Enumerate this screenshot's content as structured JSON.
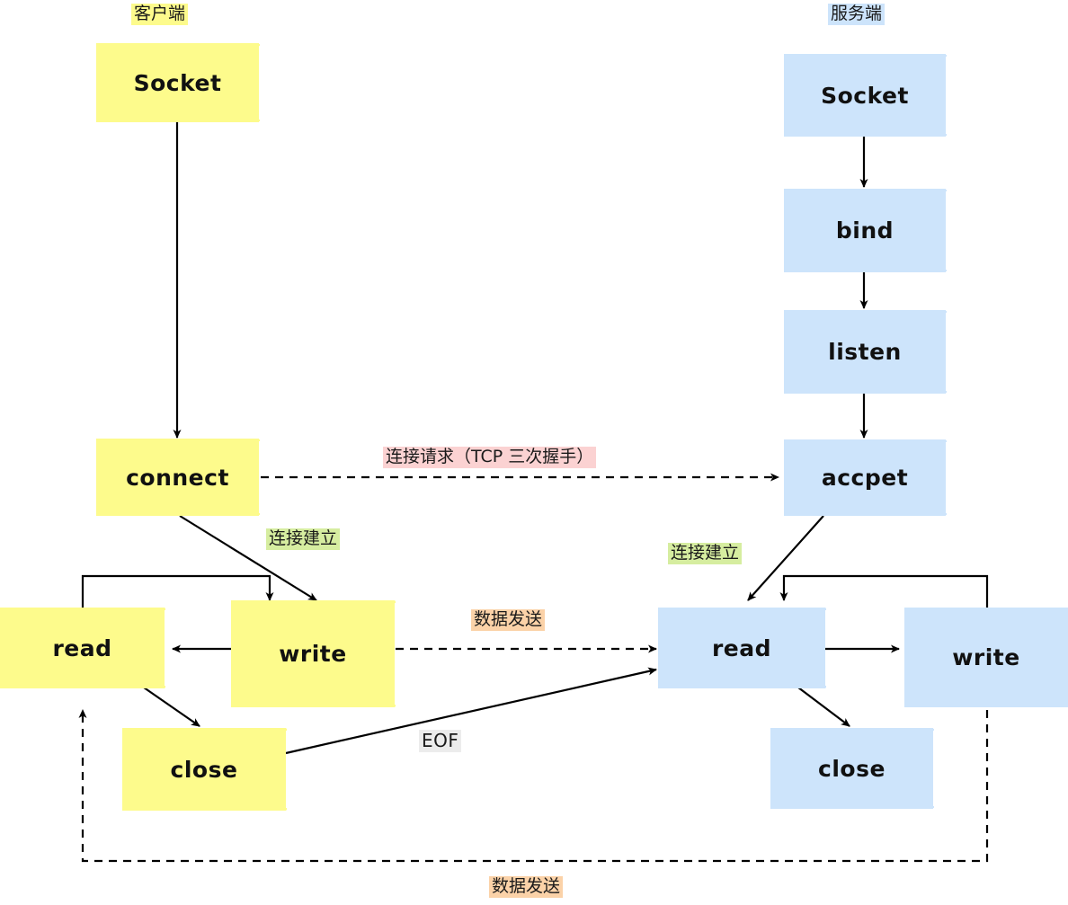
{
  "diagram": {
    "title_client": "客户端",
    "title_server": "服务端",
    "colors": {
      "client_fill": "#fdfb8c",
      "server_fill": "#cde4fb",
      "label_pink": "#fbd2d2",
      "label_green": "#d6eda0",
      "label_orange": "#fbd2a8",
      "label_grey": "#ececec",
      "stroke": "#000000"
    }
  },
  "client": {
    "header": "客户端",
    "nodes": [
      {
        "id": "client-socket",
        "label": "Socket"
      },
      {
        "id": "client-connect",
        "label": "connect"
      },
      {
        "id": "client-read",
        "label": "read"
      },
      {
        "id": "client-write",
        "label": "write"
      },
      {
        "id": "client-close",
        "label": "close"
      }
    ]
  },
  "server": {
    "header": "服务端",
    "nodes": [
      {
        "id": "server-socket",
        "label": "Socket"
      },
      {
        "id": "server-bind",
        "label": "bind"
      },
      {
        "id": "server-listen",
        "label": "listen"
      },
      {
        "id": "server-accept",
        "label": "accpet"
      },
      {
        "id": "server-read",
        "label": "read"
      },
      {
        "id": "server-write",
        "label": "write"
      },
      {
        "id": "server-close",
        "label": "close"
      }
    ]
  },
  "edge_labels": {
    "connect_request": "连接请求（TCP 三次握手）",
    "connection_established_client": "连接建立",
    "connection_established_server": "连接建立",
    "data_send_top": "数据发送",
    "data_send_bottom": "数据发送",
    "eof": "EOF"
  }
}
